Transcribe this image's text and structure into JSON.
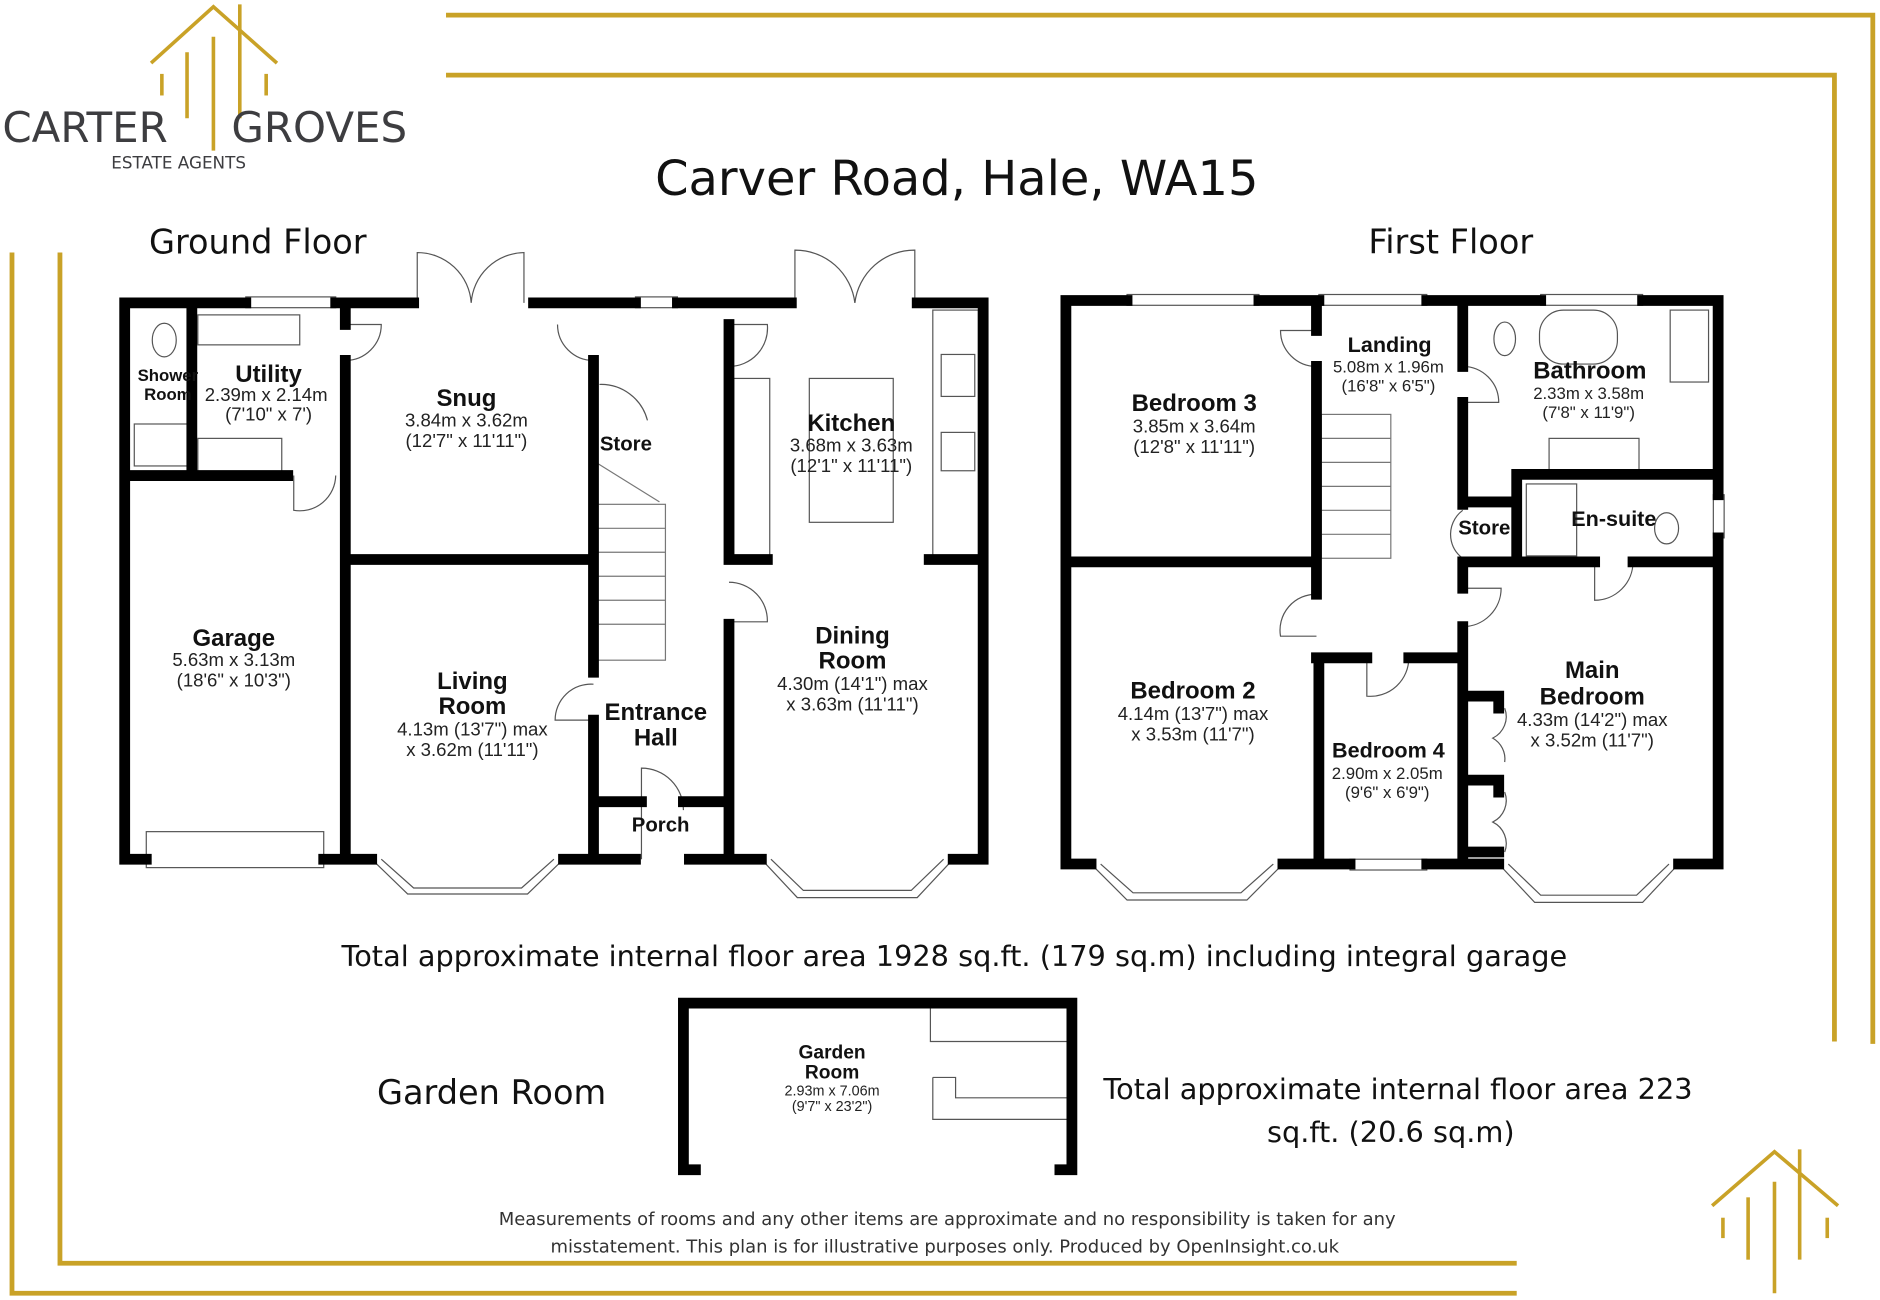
{
  "brand": {
    "name_left": "CARTER",
    "name_right": "GROVES",
    "tagline": "ESTATE AGENTS",
    "gold": "#c9a227",
    "grey": "#3d3d40"
  },
  "title": "Carver Road, Hale, WA15",
  "ground_floor": {
    "label": "Ground Floor",
    "rooms": [
      {
        "name": "Shower",
        "name2": "Room"
      },
      {
        "name": "Utility",
        "dim1": "2.39m x 2.14m",
        "dim2": "(7'10\" x 7')"
      },
      {
        "name": "Snug",
        "dim1": "3.84m x 3.62m",
        "dim2": "(12'7\" x 11'11\")"
      },
      {
        "name": "Store"
      },
      {
        "name": "Kitchen",
        "dim1": "3.68m x 3.63m",
        "dim2": "(12'1\" x 11'11\")"
      },
      {
        "name": "Garage",
        "dim1": "5.63m x 3.13m",
        "dim2": "(18'6\" x 10'3\")"
      },
      {
        "name": "Living",
        "name2": "Room",
        "dim1": "4.13m (13'7\") max",
        "dim2": "x 3.62m (11'11\")"
      },
      {
        "name": "Entrance",
        "name2": "Hall"
      },
      {
        "name": "Dining",
        "name2": "Room",
        "dim1": "4.30m (14'1\") max",
        "dim2": "x 3.63m (11'11\")"
      },
      {
        "name": "Porch"
      }
    ]
  },
  "first_floor": {
    "label": "First Floor",
    "rooms": [
      {
        "name": "Bedroom 3",
        "dim1": "3.85m x 3.64m",
        "dim2": "(12'8\" x 11'11\")"
      },
      {
        "name": "Landing",
        "dim1": "5.08m x 1.96m",
        "dim2": "(16'8\" x 6'5\")"
      },
      {
        "name": "Bathroom",
        "dim1": "2.33m x 3.58m",
        "dim2": "(7'8\" x 11'9\")"
      },
      {
        "name": "Store"
      },
      {
        "name": "En-suite"
      },
      {
        "name": "Bedroom 2",
        "dim1": "4.14m (13'7\") max",
        "dim2": "x 3.53m (11'7\")"
      },
      {
        "name": "Bedroom 4",
        "dim1": "2.90m x 2.05m",
        "dim2": "(9'6\" x 6'9\")"
      },
      {
        "name": "Main",
        "name2": "Bedroom",
        "dim1": "4.33m (14'2\") max",
        "dim2": "x 3.52m (11'7\")"
      }
    ]
  },
  "total_area": "Total approximate internal floor area 1928 sq.ft. (179 sq.m) including integral garage",
  "garden_room": {
    "label": "Garden Room",
    "name": "Garden",
    "name2": "Room",
    "dim1": "2.93m x 7.06m",
    "dim2": "(9'7\" x 23'2\")",
    "area_line1": "Total approximate internal floor area 223",
    "area_line2": "sq.ft. (20.6 sq.m)"
  },
  "disclaimer": {
    "line1": "Measurements of rooms and any other items are approximate and no responsibility is taken for any",
    "line2": "misstatement. This plan is for illustrative purposes only. Produced by OpenInsight.co.uk"
  }
}
